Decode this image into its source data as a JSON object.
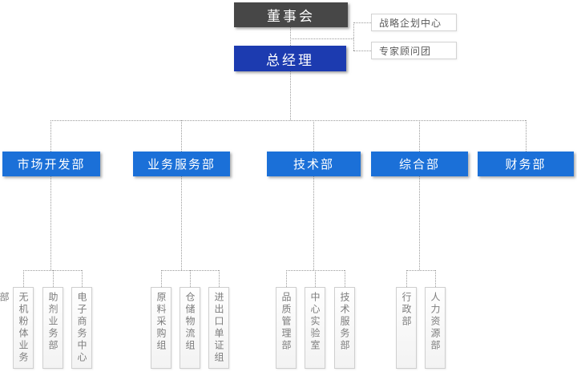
{
  "board": {
    "label": "董事会"
  },
  "general_manager": {
    "label": "总经理"
  },
  "staff_units": [
    {
      "label": "战略企划中心"
    },
    {
      "label": "专家顾问团"
    }
  ],
  "departments": [
    {
      "label": "市场开发部",
      "children": [
        "无机粉体业务部",
        "助剂业务部",
        "电子商务中心"
      ]
    },
    {
      "label": "业务服务部",
      "children": [
        "原料采购组",
        "仓储物流组",
        "进出口单证组"
      ]
    },
    {
      "label": "技术部",
      "children": [
        "品质管理部",
        "中心实验室",
        "技术服务部"
      ]
    },
    {
      "label": "综合部",
      "children": [
        "行政部",
        "人力资源部"
      ]
    },
    {
      "label": "财务部",
      "children": []
    }
  ],
  "colors": {
    "board_bg": "#474747",
    "general_manager_bg": "#1c3bb0",
    "department_bg": "#1b70d8",
    "connector": "#9a9a9a",
    "child_text": "#7d7d7d"
  }
}
